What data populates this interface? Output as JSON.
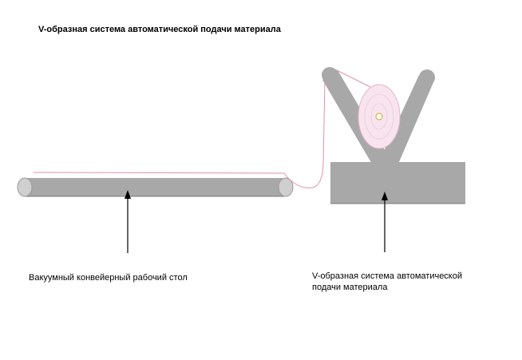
{
  "title": "V-образная система автоматической подачи материала",
  "labels": {
    "conveyor": "Вакуумный конвейерный рабочий стол",
    "feeder_line1": "V-образная система автоматической",
    "feeder_line2": "подачи материала"
  },
  "colors": {
    "machine_gray": "#a8a8a8",
    "roller_gray": "#c9c9c9",
    "material_line": "#e090b0",
    "roll_fill": "#f7e4ee",
    "arrow": "#000000"
  }
}
